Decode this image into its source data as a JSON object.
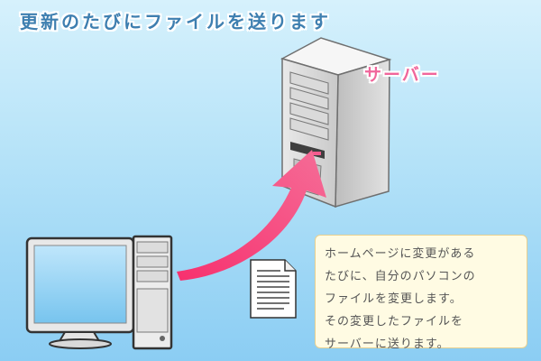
{
  "title": "更新のたびにファイルを送ります",
  "server_label": "サーバー",
  "explanation_lines": [
    "ホームページに変更がある",
    "たびに、自分のパソコンの",
    "ファイルを変更します。",
    "その変更したファイルを",
    "サーバーに送ります。"
  ],
  "colors": {
    "title": "#3e7fb0",
    "server_label": "#f0669b",
    "arrow": "#f2497c",
    "note_background": "#fffbe3"
  },
  "icons": {
    "server": "server-tower-icon",
    "computer": "desktop-computer-icon",
    "file": "document-icon",
    "arrow": "curved-arrow-icon"
  }
}
